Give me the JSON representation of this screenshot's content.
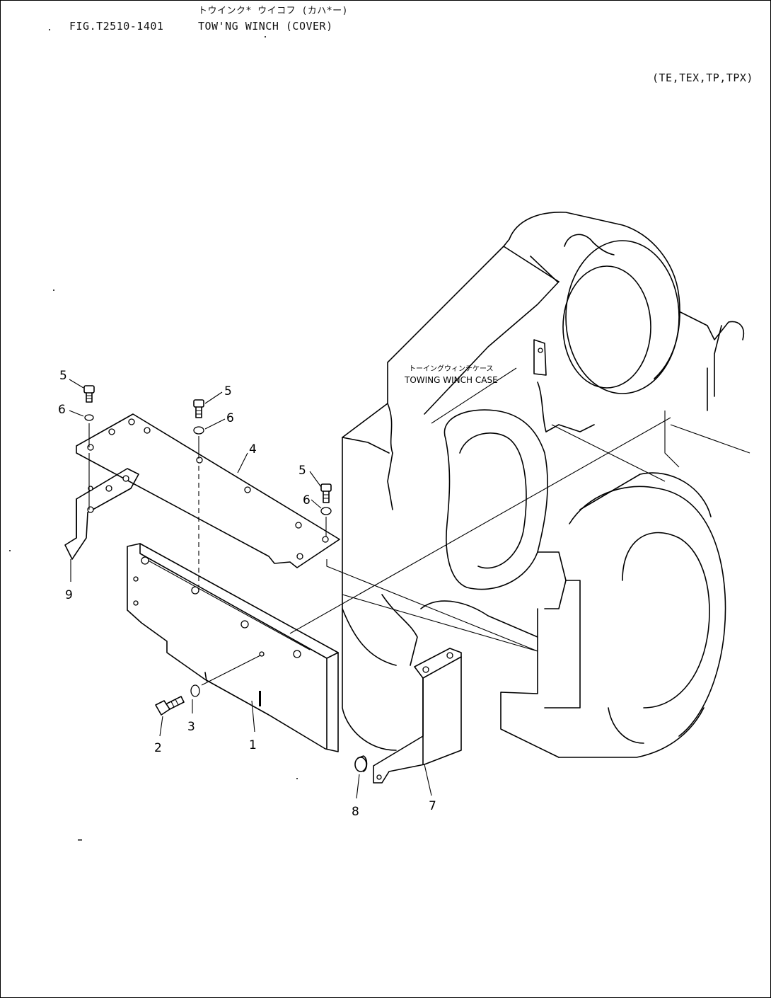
{
  "header": {
    "title_jp": "トウインク* ウイコフ (カハ*ー)",
    "figure_number": "FIG.T2510-1401",
    "figure_title": "TOW'NG WINCH (COVER)",
    "models": "(TE,TEX,TP,TPX)"
  },
  "case_label": {
    "jp": "トーイングウィンチケース",
    "en": "TOWING WINCH CASE"
  },
  "callouts": {
    "c1": "1",
    "c2": "2",
    "c3": "3",
    "c4": "4",
    "c5a": "5",
    "c5b": "5",
    "c5c": "5",
    "c6a": "6",
    "c6b": "6",
    "c6c": "6",
    "c7": "7",
    "c8": "8",
    "c9": "9"
  }
}
